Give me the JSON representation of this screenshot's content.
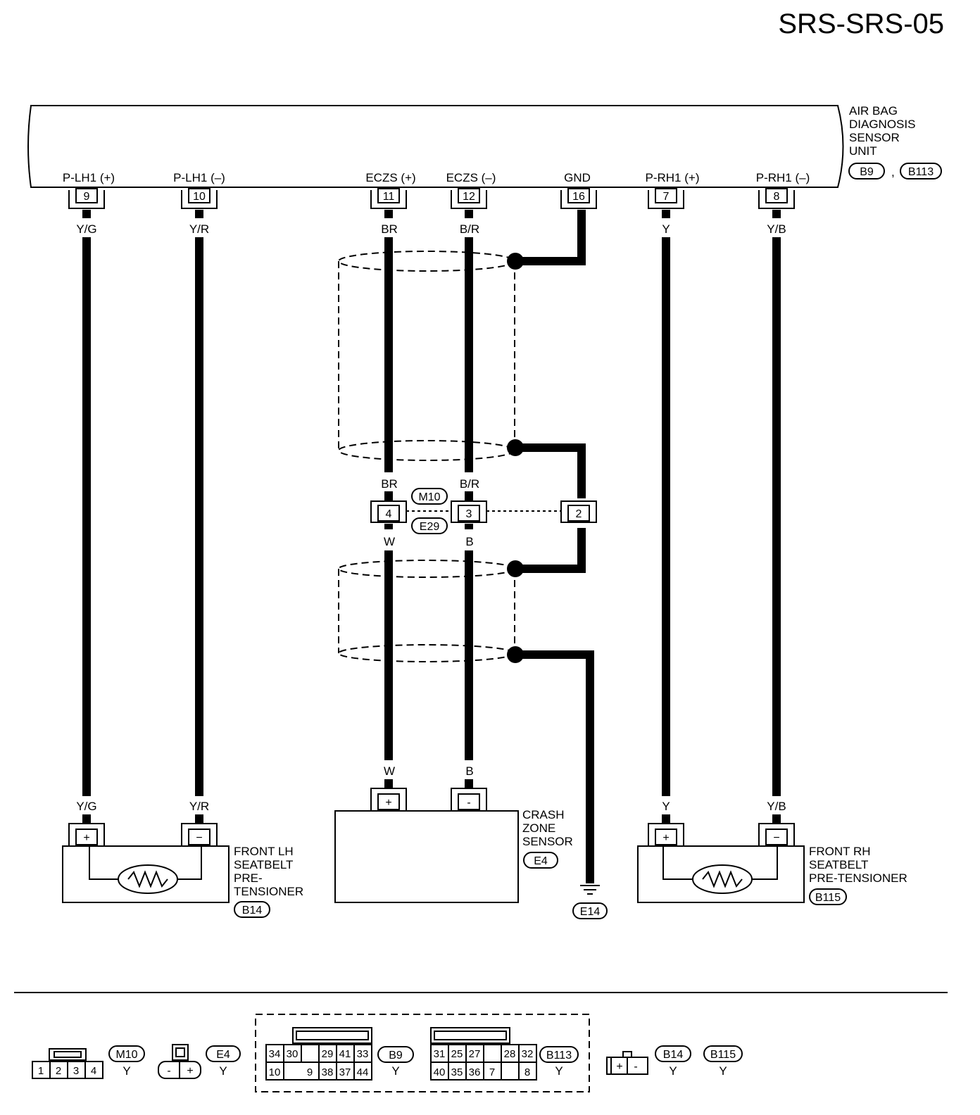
{
  "title": "SRS-SRS-05",
  "unit": {
    "name_lines": [
      "AIR BAG",
      "DIAGNOSIS",
      "SENSOR",
      "UNIT"
    ],
    "connectors": [
      "B9",
      "B113"
    ],
    "separator": ","
  },
  "terminals": [
    {
      "signal": "P-LH1 (+)",
      "pin": "9"
    },
    {
      "signal": "P-LH1 (–)",
      "pin": "10"
    },
    {
      "signal": "ECZS (+)",
      "pin": "11"
    },
    {
      "signal": "ECZS (–)",
      "pin": "12"
    },
    {
      "signal": "GND",
      "pin": "16"
    },
    {
      "signal": "P-RH1 (+)",
      "pin": "7"
    },
    {
      "signal": "P-RH1 (–)",
      "pin": "8"
    }
  ],
  "wire_colors": {
    "lh_plus": "Y/G",
    "lh_minus": "Y/R",
    "eczs_plus": "BR",
    "eczs_minus": "B/R",
    "rh_plus": "Y",
    "rh_minus": "Y/B",
    "eczs_plus_lower": "W",
    "eczs_minus_lower": "B"
  },
  "inline_connector": {
    "id_top": "M10",
    "id_bottom": "E29",
    "pins": [
      "4",
      "3",
      "2"
    ]
  },
  "components": {
    "front_lh": {
      "lines": [
        "FRONT LH",
        "SEATBELT",
        "PRE-",
        "TENSIONER"
      ],
      "connector": "B14",
      "pins": [
        "+",
        "−"
      ]
    },
    "crash_zone": {
      "lines": [
        "CRASH",
        "ZONE",
        "SENSOR"
      ],
      "connector": "E4",
      "pins": [
        "+",
        "-"
      ]
    },
    "front_rh": {
      "lines": [
        "FRONT RH",
        "SEATBELT",
        "PRE-TENSIONER"
      ],
      "connector": "B115",
      "pins": [
        "+",
        "−"
      ]
    },
    "ground": {
      "connector": "E14"
    }
  },
  "connector_views": {
    "m10": {
      "id": "M10",
      "color": "Y",
      "pins": [
        "1",
        "2",
        "3",
        "4"
      ]
    },
    "e4": {
      "id": "E4",
      "color": "Y",
      "pins": [
        "-",
        "+"
      ]
    },
    "b9": {
      "id": "B9",
      "color": "Y",
      "row1": [
        "34",
        "30",
        "",
        "29",
        "41",
        "33"
      ],
      "row2": [
        "10",
        "",
        "9",
        "38",
        "37",
        "44"
      ]
    },
    "b113": {
      "id": "B113",
      "color": "Y",
      "row1": [
        "31",
        "25",
        "27",
        "",
        "28",
        "32"
      ],
      "row2": [
        "40",
        "35",
        "36",
        "7",
        "",
        "8"
      ]
    },
    "b14_b115": {
      "ids": [
        "B14",
        "B115"
      ],
      "colors": [
        "Y",
        "Y"
      ],
      "pins": [
        "+",
        "-"
      ]
    }
  }
}
